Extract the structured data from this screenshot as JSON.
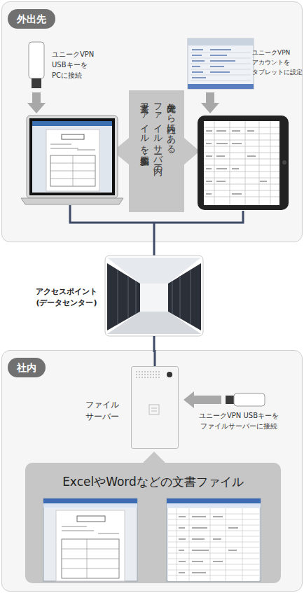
{
  "diagram": {
    "nodes": [
      {
        "text": [
          "外出先"
        ]
      },
      {
        "text": [
          "外出先から社内にある ファイルサーバー内の 文書ファイルを参照・編集"
        ],
        "in": 0
      },
      {
        "text": [
          "アクセスポイント (データセンター)"
        ]
      },
      {
        "text": [
          "社内"
        ]
      },
      {
        "text": [
          "ファイル サーバー"
        ],
        "in": 3
      },
      {
        "text": [
          "ExcelやWordなどの文書ファイル"
        ],
        "in": 3
      }
    ],
    "edges": [
      {
        "from": 2,
        "to": 4,
        "arrow": "none"
      }
    ],
    "labels": [
      "ユニークVPN USBキーを PCに接続",
      "ユニークVPN アカウントを タブレットに設定",
      "ユニークVPN USBキーを ファイルサーバーに接続"
    ]
  }
}
